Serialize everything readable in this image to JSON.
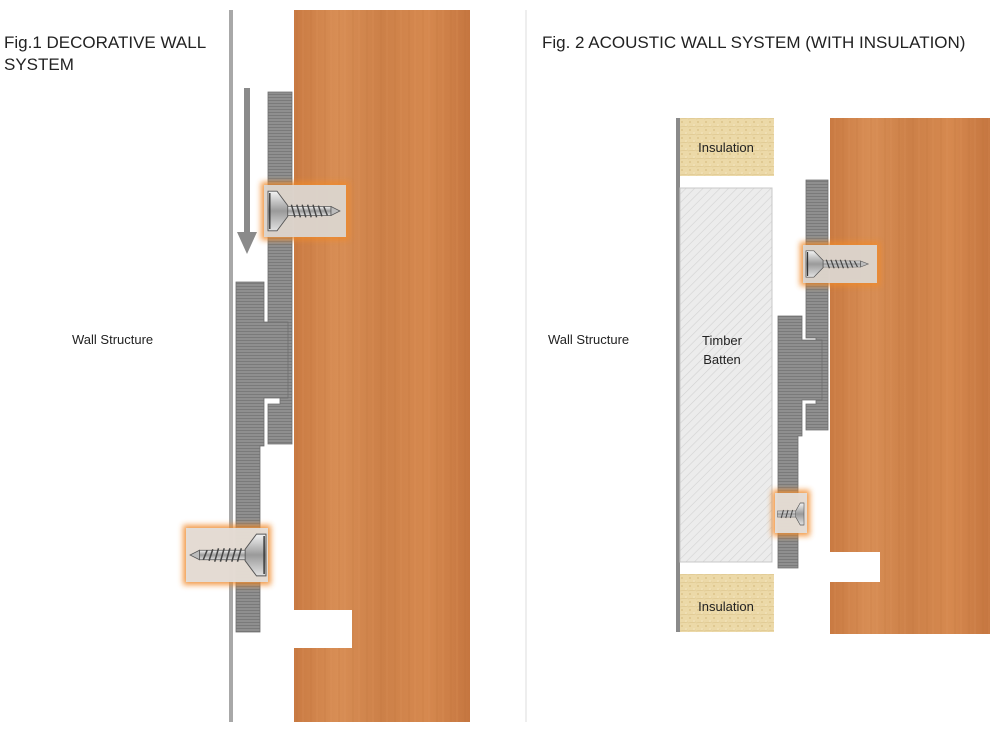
{
  "figure1": {
    "title": "Fig.1 DECORATIVE WALL SYSTEM",
    "wall_label": "Wall Structure"
  },
  "figure2": {
    "title": "Fig. 2 ACOUSTIC WALL SYSTEM (WITH INSULATION)",
    "wall_label": "Wall Structure",
    "insulation_top_label": "Insulation",
    "insulation_bottom_label": "Insulation",
    "batten_label": "Timber\nBatten"
  },
  "colors": {
    "wood": "#d2834a",
    "clip_metal": "#8e8e8e",
    "insulation": "#ecd9a8",
    "screw_glow": "#f08a2c",
    "wall_line": "#a8a8a8"
  },
  "icons": [
    "screw-icon",
    "down-arrow-icon"
  ]
}
